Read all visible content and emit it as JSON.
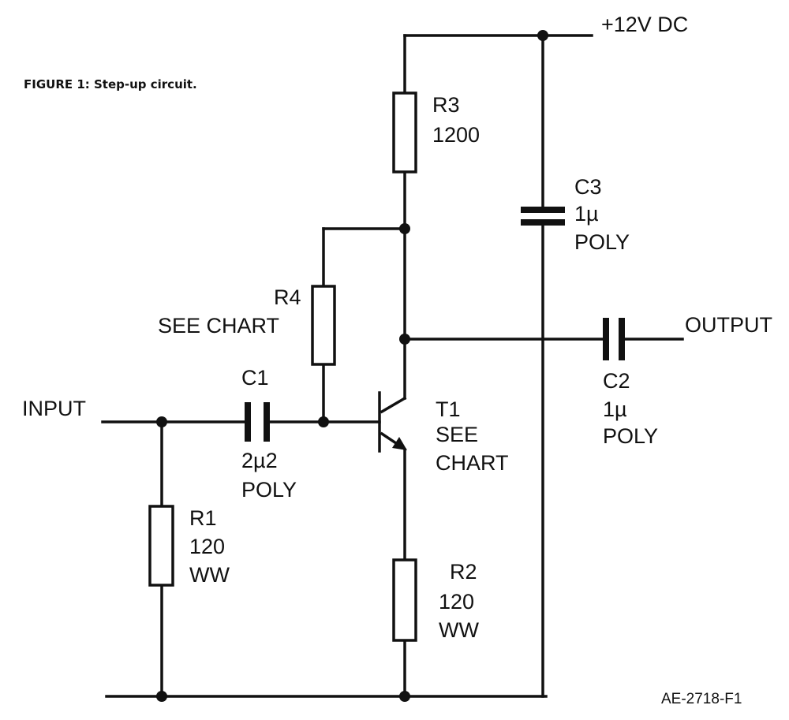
{
  "figure": {
    "title": "FIGURE 1: Step-up circuit.",
    "code": "AE-2718-F1"
  },
  "terminals": {
    "supply": "+12V DC",
    "input": "INPUT",
    "output": "OUTPUT"
  },
  "components": {
    "r1": {
      "name": "R1",
      "value": "120",
      "note": "WW"
    },
    "r2": {
      "name": "R2",
      "value": "120",
      "note": "WW"
    },
    "r3": {
      "name": "R3",
      "value": "1200"
    },
    "r4": {
      "name": "R4",
      "value": "SEE CHART"
    },
    "c1": {
      "name": "C1",
      "value": "2µ2",
      "note": "POLY"
    },
    "c2": {
      "name": "C2",
      "value": "1µ",
      "note": "POLY"
    },
    "c3": {
      "name": "C3",
      "value": "1µ",
      "note": "POLY"
    },
    "t1": {
      "name": "T1",
      "value": "SEE",
      "note": "CHART"
    }
  }
}
